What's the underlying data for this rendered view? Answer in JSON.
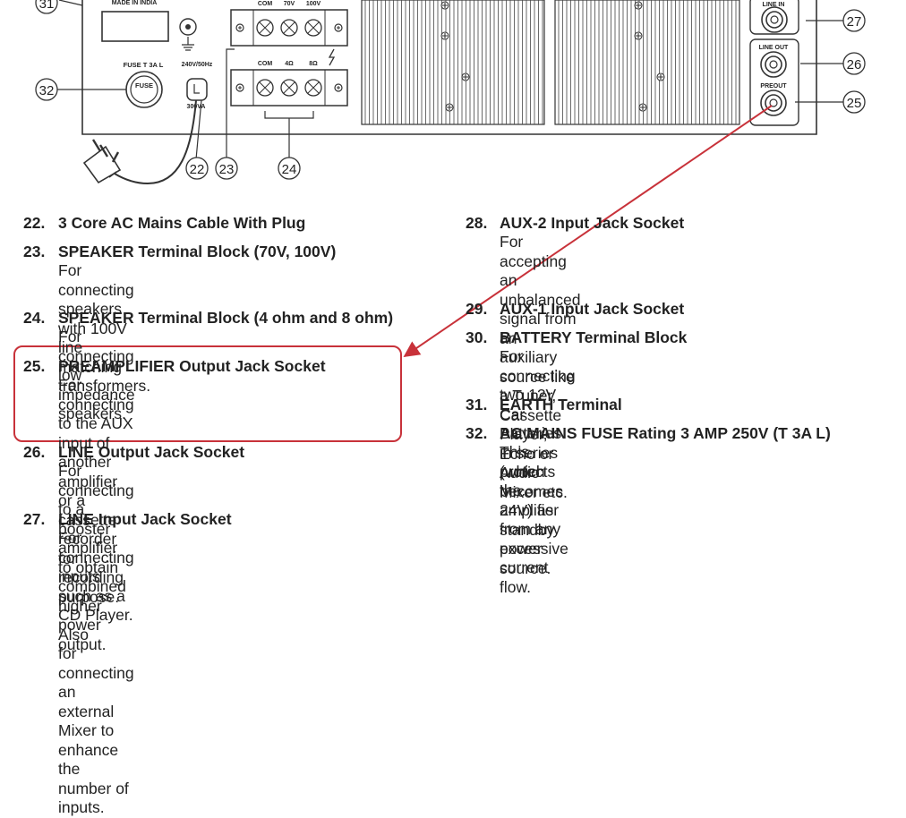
{
  "panel": {
    "made_in": "MADE IN INDIA",
    "fuse_label": "FUSE T 3A L",
    "fuse_text": "FUSE",
    "power_label": "240V/50Hz",
    "va_label": "300VA",
    "line_terminal_labels": [
      "COM",
      "70V",
      "100V"
    ],
    "impedance_terminal_labels": [
      "COM",
      "4Ω",
      "8Ω"
    ],
    "jack_labels": {
      "line_in": "LINE IN",
      "line_out": "LINE OUT",
      "preout": "PREOUT"
    },
    "callouts": [
      "31",
      "32",
      "22",
      "23",
      "24",
      "27",
      "26",
      "25"
    ]
  },
  "items_left": [
    {
      "num": "22.",
      "title": "3 Core AC Mains Cable With Plug",
      "desc": ""
    },
    {
      "num": "23.",
      "title": "SPEAKER Terminal Block (70V, 100V)",
      "desc": "For connecting speakers with 100V line matching\ntransformers."
    },
    {
      "num": "24.",
      "title": "SPEAKER Terminal Block (4 ohm and 8 ohm)",
      "desc": "For connecting low impedance speakers."
    },
    {
      "num": "25.",
      "title": "PREAMPLIFIER Output Jack Socket",
      "desc": "For connecting to the AUX input of another\namplifier or a cassette recorder for recording\npurpose."
    },
    {
      "num": "26.",
      "title": "LINE Output Jack Socket",
      "desc": "For connecting to a booster amplifier to obtain\ncombined higher power output."
    },
    {
      "num": "27.",
      "title": "LINE Input Jack Socket",
      "desc": "For connecting inputs such as a CD Player. Also\nfor connecting an external Mixer to enhance the\nnumber of inputs."
    }
  ],
  "items_right": [
    {
      "num": "28.",
      "title": "AUX-2 Input Jack Socket",
      "desc": "For accepting an unbalanced signal from an\nauxiliary source like a Tuner, Cassette Player,\nEcho or Audio Mixer etc."
    },
    {
      "num": "29.",
      "title": "AUX-1 Input Jack Socket",
      "desc": ""
    },
    {
      "num": "30.",
      "title": "BATTERY Terminal Block",
      "desc": "For connecting two 12V Car Batteries in series\n(which becomes 24V) as standby power source."
    },
    {
      "num": "31.",
      "title": "EARTH Terminal",
      "desc": ""
    },
    {
      "num": "32.",
      "title": "AC MAINS FUSE Rating 3 AMP 250V (T 3A L)",
      "desc": "This protects the amplifier from any excessive\ncurrent flow."
    }
  ],
  "highlight": {
    "item": "25.",
    "color": "#c8323a"
  }
}
